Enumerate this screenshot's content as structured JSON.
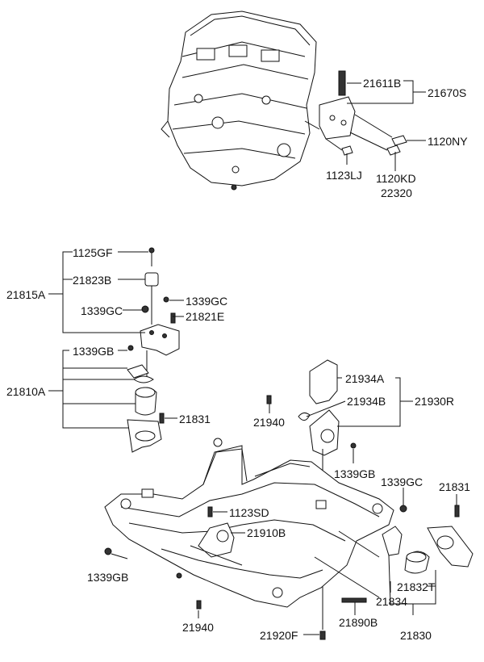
{
  "labels": {
    "p21611B": "21611B",
    "p21670S": "21670S",
    "p1120NY": "1120NY",
    "p1123LJ": "1123LJ",
    "p1120KD": "1120KD",
    "p22320": "22320",
    "p1125GF": "1125GF",
    "p21823B": "21823B",
    "p21815A": "21815A",
    "p1339GC_a": "1339GC",
    "p1339GC_b": "1339GC",
    "p21821E": "21821E",
    "p1339GB_a": "1339GB",
    "p21810A": "21810A",
    "p21831_a": "21831",
    "p21934A": "21934A",
    "p21934B": "21934B",
    "p21930R": "21930R",
    "p21940_a": "21940",
    "p1339GB_b": "1339GB",
    "p1339GC_c": "1339GC",
    "p21831_b": "21831",
    "p1123SD": "1123SD",
    "p21910B": "21910B",
    "p1339GB_c": "1339GB",
    "p21832T": "21832T",
    "p21834": "21834",
    "p21940_b": "21940",
    "p21890B": "21890B",
    "p21830": "21830",
    "p21920F": "21920F"
  }
}
